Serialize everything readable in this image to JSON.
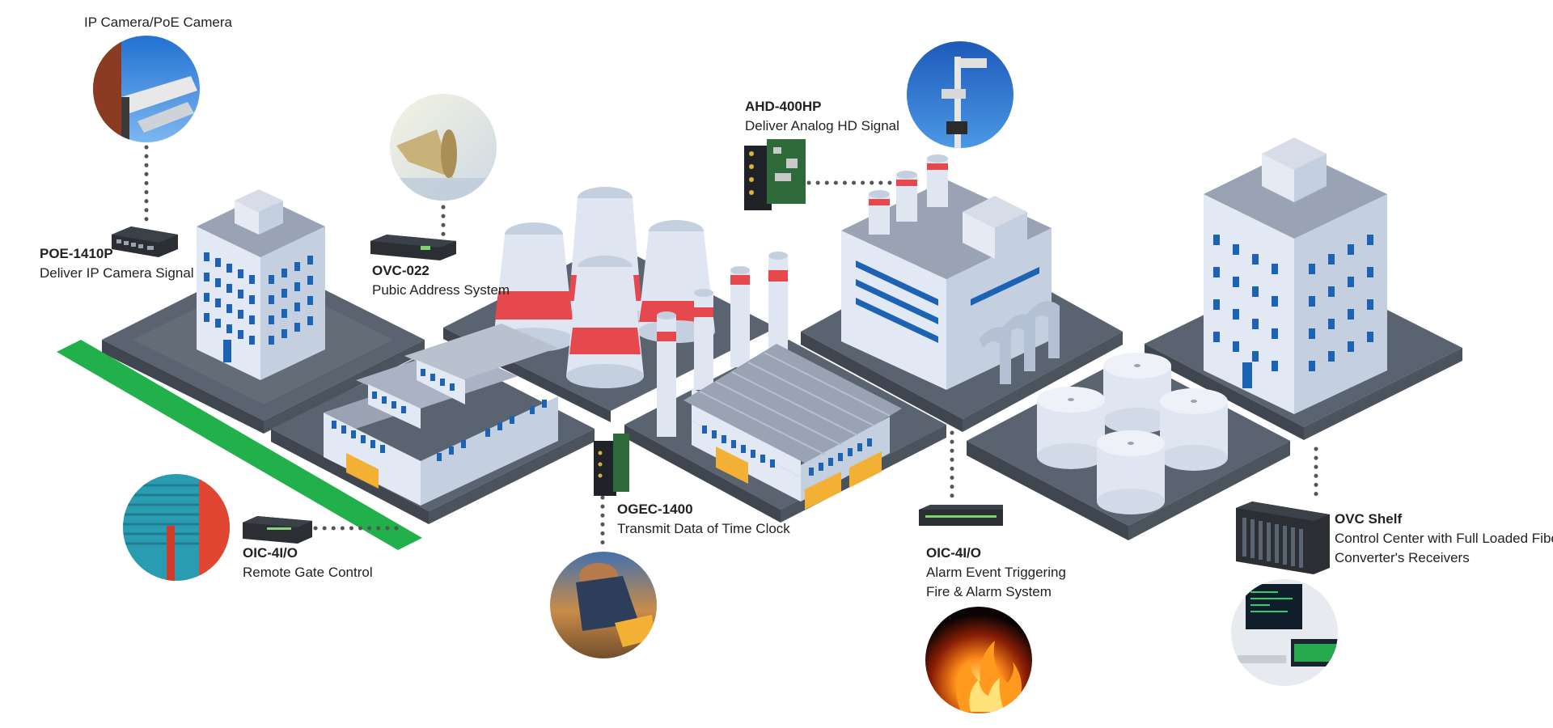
{
  "devices": [
    {
      "id": "ip-camera",
      "label": "IP Camera/PoE Camera",
      "icon": "cctv-camera-icon"
    },
    {
      "id": "poe-1410p",
      "name": "POE-1410P",
      "description": "Deliver IP Camera Signal",
      "icon": "poe-switch-icon"
    },
    {
      "id": "ovc-022",
      "name": "OVC-022",
      "description": "Pubic Address System",
      "icon": "megaphone-icon"
    },
    {
      "id": "ahd-400hp",
      "name": "AHD-400HP",
      "description": "Deliver Analog HD Signal",
      "icon": "security-camera-pole-icon"
    },
    {
      "id": "oic-4io-gate",
      "name": "OIC-4I/O",
      "description": "Remote Gate Control",
      "icon": "gate-door-icon"
    },
    {
      "id": "ogec-1400",
      "name": "OGEC-1400",
      "description": "Transmit Data of Time Clock",
      "icon": "worker-icon"
    },
    {
      "id": "oic-4io-alarm",
      "name": "OIC-4I/O",
      "description_lines": [
        "Alarm Event Triggering",
        "Fire & Alarm System"
      ],
      "icon": "fire-icon"
    },
    {
      "id": "ovc-shelf",
      "name": "OVC Shelf",
      "description_lines": [
        "Control Center with Full Loaded Fiber",
        "Converter's Receivers"
      ],
      "icon": "control-room-monitor-icon"
    }
  ],
  "colors": {
    "platform": "#5a6370",
    "platform_edge": "#3f464f",
    "building_light": "#dfe6f2",
    "building_side": "#bcc7d8",
    "roof": "#9aa3b3",
    "window": "#1d63b3",
    "accent_red": "#e5484d",
    "door_yellow": "#f2b134",
    "green_strip": "#22b04b",
    "connector": "#555555"
  }
}
